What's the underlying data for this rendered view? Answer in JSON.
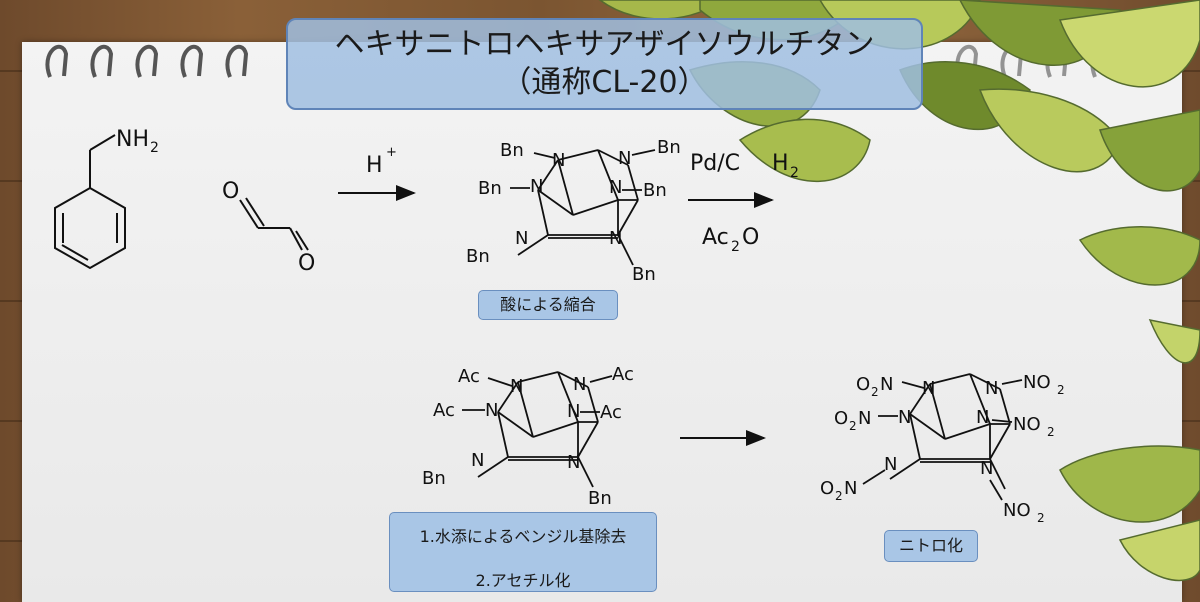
{
  "title": {
    "line1": "ヘキサニトロヘキサアザイソウルチタン",
    "line2": "（通称CL-20）"
  },
  "reagents": {
    "benzylamine_group": "NH",
    "benzylamine_sub": "2",
    "glyoxal_o1": "O",
    "glyoxal_o2": "O",
    "acid": "H",
    "acid_charge": "+",
    "pd_c": "Pd/C",
    "h2": "H",
    "h2_sub": "2",
    "ac2o": "Ac",
    "ac2o_sub": "2",
    "ac2o_o": "O"
  },
  "labels": {
    "condensation": "酸による縮合",
    "step2_line1": "1.水添によるベンジル基除去",
    "step2_line2": "2.アセチル化",
    "nitration": "ニトロ化"
  },
  "cage_groups": {
    "bn": "Bn",
    "ac": "Ac",
    "n": "N",
    "no2": "NO",
    "no2_sub": "2",
    "o2n": "O",
    "o2n_sub": "2",
    "o2n_tail": "N"
  }
}
